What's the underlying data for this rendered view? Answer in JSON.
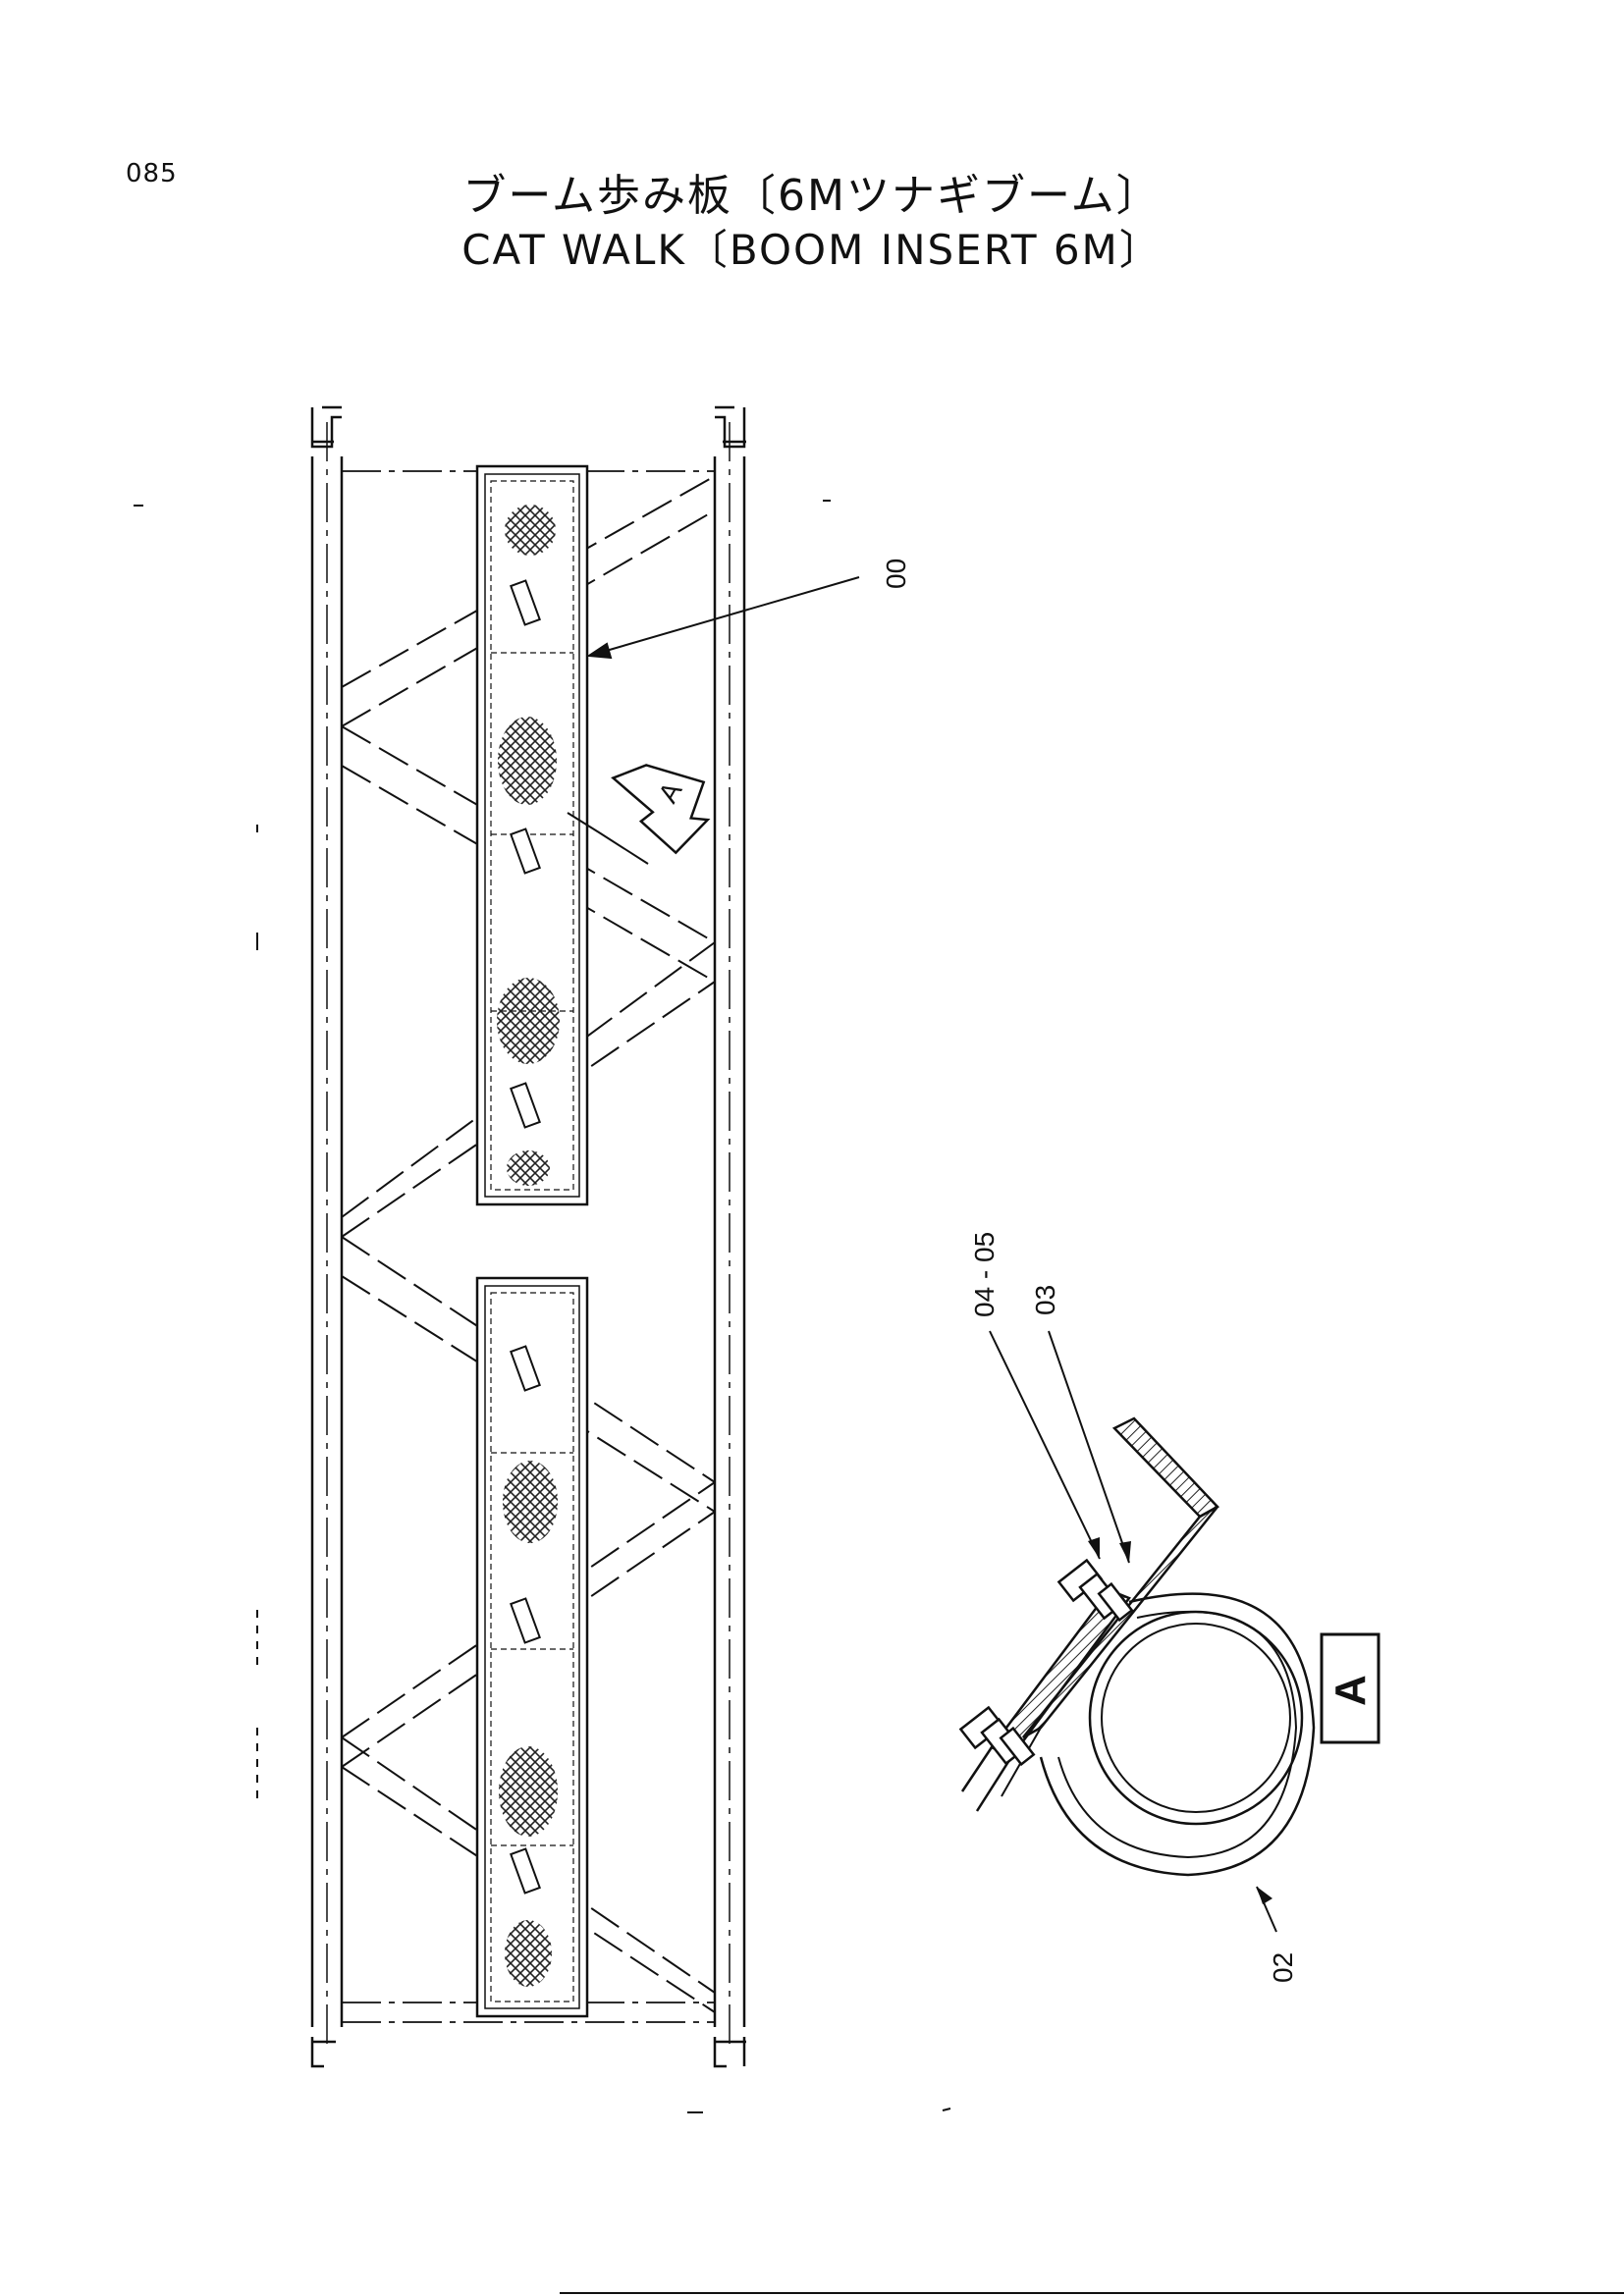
{
  "page": {
    "number": "085"
  },
  "title": {
    "japanese": "ブーム歩み板〔6Mツナギブーム〕",
    "english": "CAT WALK〔BOOM INSERT 6M〕"
  },
  "callouts": {
    "catwalk_assembly": "00",
    "u_bolt": "02",
    "washer": "03",
    "nut_bolt": "04 - 05"
  },
  "view": {
    "arrow_label": "A",
    "detail_label": "A"
  }
}
